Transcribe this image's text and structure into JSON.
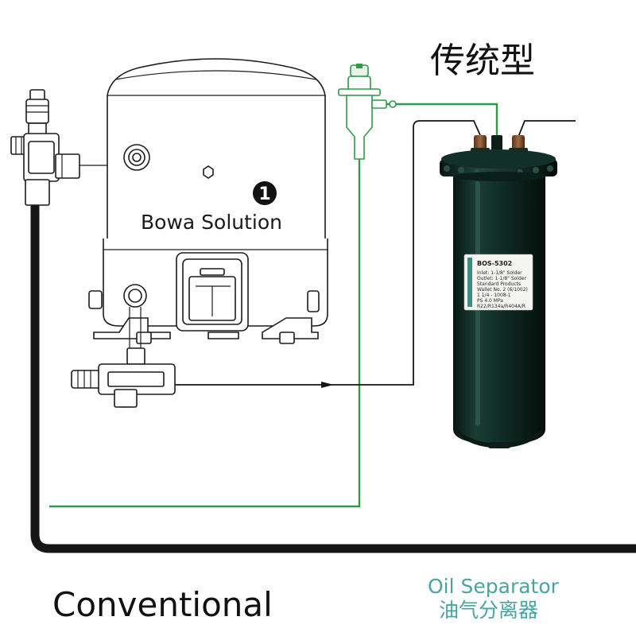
{
  "header": {
    "title_cn": "传统型"
  },
  "compressor": {
    "brand_label": "Bowa Solution",
    "badge_number": "1"
  },
  "separator": {
    "model": "BOS-5302",
    "label_lines": [
      "Inlet: 1-1/8\" Solder",
      "Outlet: 1-1/8\" Solder",
      "Standard Products",
      "Wallet No. 2 (6/1002)",
      "1 1/4 - 1008-1"
    ],
    "label_extra": [
      "PS 4.0 MPa",
      "R22/R134a/R404A/R"
    ],
    "caption_en": "Oil Separator",
    "caption_cn": "油气分离器"
  },
  "footer": {
    "label": "Conventional"
  },
  "colors": {
    "oil_return_line": "#2f9a4a",
    "discharge_line": "#161616",
    "separator_body": "#0f2b23",
    "caption_accent": "#4aa39f"
  }
}
